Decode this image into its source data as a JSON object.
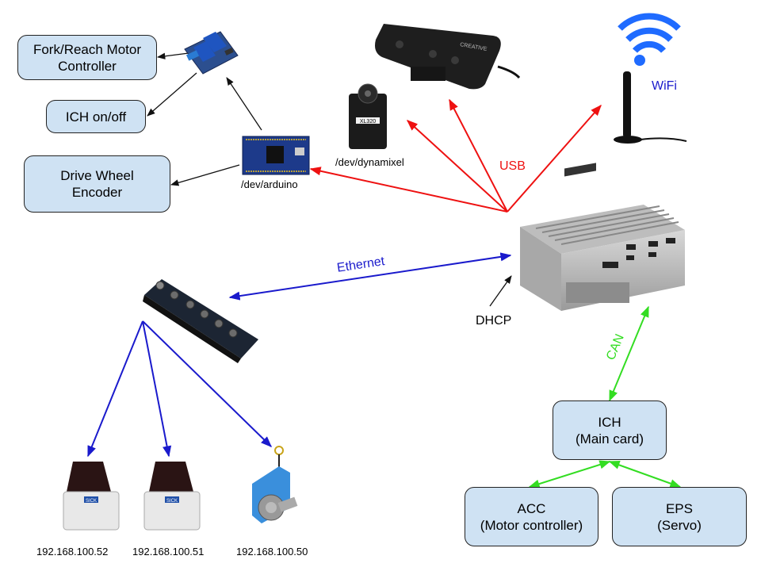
{
  "boxes": {
    "fork_reach": "Fork/Reach Motor\nController",
    "ich_onoff": "ICH on/off",
    "drive_wheel": "Drive Wheel\nEncoder",
    "ich_main": "ICH\n(Main card)",
    "acc": "ACC\n(Motor controller)",
    "eps": "EPS\n(Servo)"
  },
  "labels": {
    "arduino": "/dev/arduino",
    "dynamixel": "/dev/dynamixel",
    "usb": "USB",
    "wifi": "WiFi",
    "ethernet": "Ethernet",
    "can": "CAN",
    "dhcp": "DHCP",
    "ip_52": "192.168.100.52",
    "ip_51": "192.168.100.51",
    "ip_50": "192.168.100.50",
    "camera_brand": "CREATIVE",
    "sick_a": "SICK",
    "sick_b": "SICK",
    "servo_brand": "XL320"
  },
  "colors": {
    "usb": "#ee1111",
    "ethernet": "#1a1acc",
    "can": "#33dd22",
    "black": "#111111",
    "box_fill": "#cfe2f3"
  },
  "icons": [
    "relay-module-icon",
    "arduino-board-icon",
    "dynamixel-servo-icon",
    "depth-camera-icon",
    "wifi-antenna-icon",
    "industrial-pc-icon",
    "ethernet-io-hub-icon",
    "lidar-scanner-icon",
    "draw-wire-sensor-icon"
  ]
}
